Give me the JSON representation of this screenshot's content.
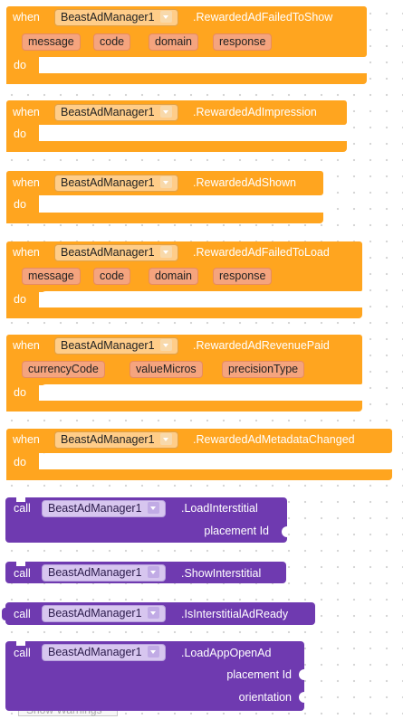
{
  "component": "BeastAdManager1",
  "keywords": {
    "when": "when",
    "do": "do",
    "call": "call"
  },
  "events": [
    {
      "name": ".RewardedAdFailedToShow",
      "params": [
        "message",
        "code",
        "domain",
        "response"
      ]
    },
    {
      "name": ".RewardedAdImpression",
      "params": []
    },
    {
      "name": ".RewardedAdShown",
      "params": []
    },
    {
      "name": ".RewardedAdFailedToLoad",
      "params": [
        "message",
        "code",
        "domain",
        "response"
      ]
    },
    {
      "name": ".RewardedAdRevenuePaid",
      "params": [
        "currencyCode",
        "valueMicros",
        "precisionType"
      ]
    },
    {
      "name": ".RewardedAdMetadataChanged",
      "params": []
    }
  ],
  "calls": [
    {
      "name": ".LoadInterstitial",
      "args": [
        "placement Id"
      ]
    },
    {
      "name": ".ShowInterstitial",
      "args": []
    },
    {
      "name": ".IsInterstitialAdReady",
      "args": []
    },
    {
      "name": ".LoadAppOpenAd",
      "args": [
        "placement Id",
        "orientation"
      ]
    }
  ],
  "warnings_label": "Show Warnings",
  "colors": {
    "event": "#ffa51f",
    "call": "#6f3ab0",
    "param": "#f5a47e"
  }
}
